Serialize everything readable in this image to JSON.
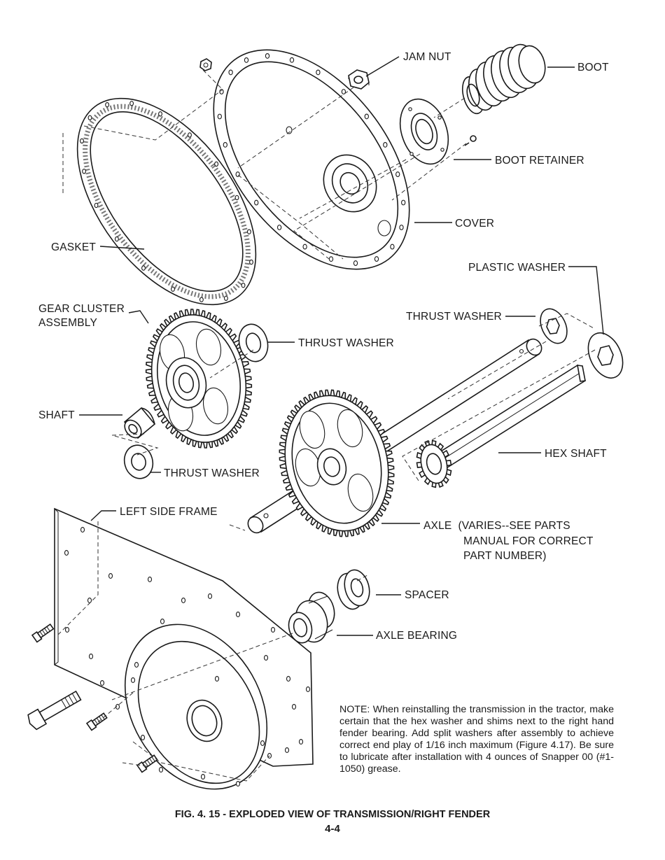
{
  "labels": {
    "jam_nut": "JAM NUT",
    "boot": "BOOT",
    "boot_retainer": "BOOT RETAINER",
    "cover": "COVER",
    "gasket": "GASKET",
    "plastic_washer": "PLASTIC WASHER",
    "gear_cluster_1": "GEAR CLUSTER",
    "gear_cluster_2": "ASSEMBLY",
    "thrust_washer_right": "THRUST WASHER",
    "thrust_washer_mid": "THRUST WASHER",
    "thrust_washer_low": "THRUST WASHER",
    "shaft": "SHAFT",
    "hex_shaft": "HEX SHAFT",
    "left_side_frame": "LEFT SIDE FRAME",
    "axle_1": "AXLE  (VARIES--SEE PARTS",
    "axle_2": "MANUAL FOR CORRECT",
    "axle_3": "PART NUMBER)",
    "spacer": "SPACER",
    "axle_bearing": "AXLE BEARING"
  },
  "note": "NOTE: When reinstalling the transmission in the tractor, make certain that the hex washer and shims next to the right hand fender bearing. Add split washers after assembly to achieve correct end play of 1/16 inch maximum (Figure 4.17). Be sure to lubricate after installation with 4 ounces of Snapper 00 (#1-1050) grease.",
  "caption": "FIG. 4. 15 - EXPLODED VIEW OF TRANSMISSION/RIGHT FENDER",
  "page_number": "4-4"
}
